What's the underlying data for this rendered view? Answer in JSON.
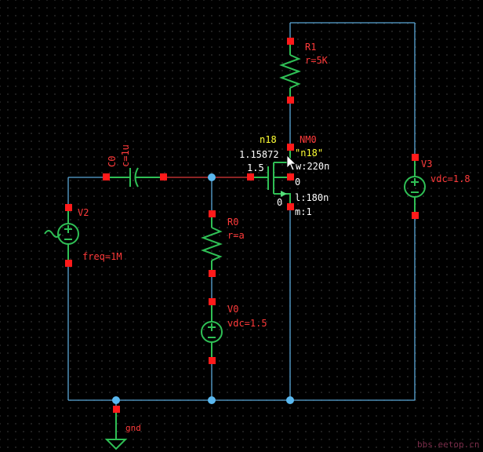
{
  "components": {
    "r1": {
      "name": "R1",
      "param": "r=5K"
    },
    "nm0": {
      "model_top": "n18",
      "name": "NM0",
      "model": "\"n18\"",
      "width": "w:220n",
      "length": "l:180n",
      "multiplier": "m:1",
      "probe_gate_value": "1.15872",
      "probe_gate_small": "1.5",
      "probe_drain": "0",
      "probe_source": "0"
    },
    "c0": {
      "name": "C0",
      "param": "c=1u"
    },
    "r0": {
      "name": "R0",
      "param": "r=a"
    },
    "v0": {
      "name": "V0",
      "param": "vdc=1.5"
    },
    "v2": {
      "name": "V2",
      "param": "freq=1M"
    },
    "v3": {
      "name": "V3",
      "param": "vdc=1.8"
    },
    "gnd": {
      "name": "gnd"
    }
  },
  "watermark": "bbs.eetop.cn",
  "colors": {
    "background": "#000000",
    "wire": "#5aa6d6",
    "pin": "#ff1a1a",
    "label": "#ff3a3a",
    "component": "#2fbf55",
    "highlight": "#ffff33"
  }
}
